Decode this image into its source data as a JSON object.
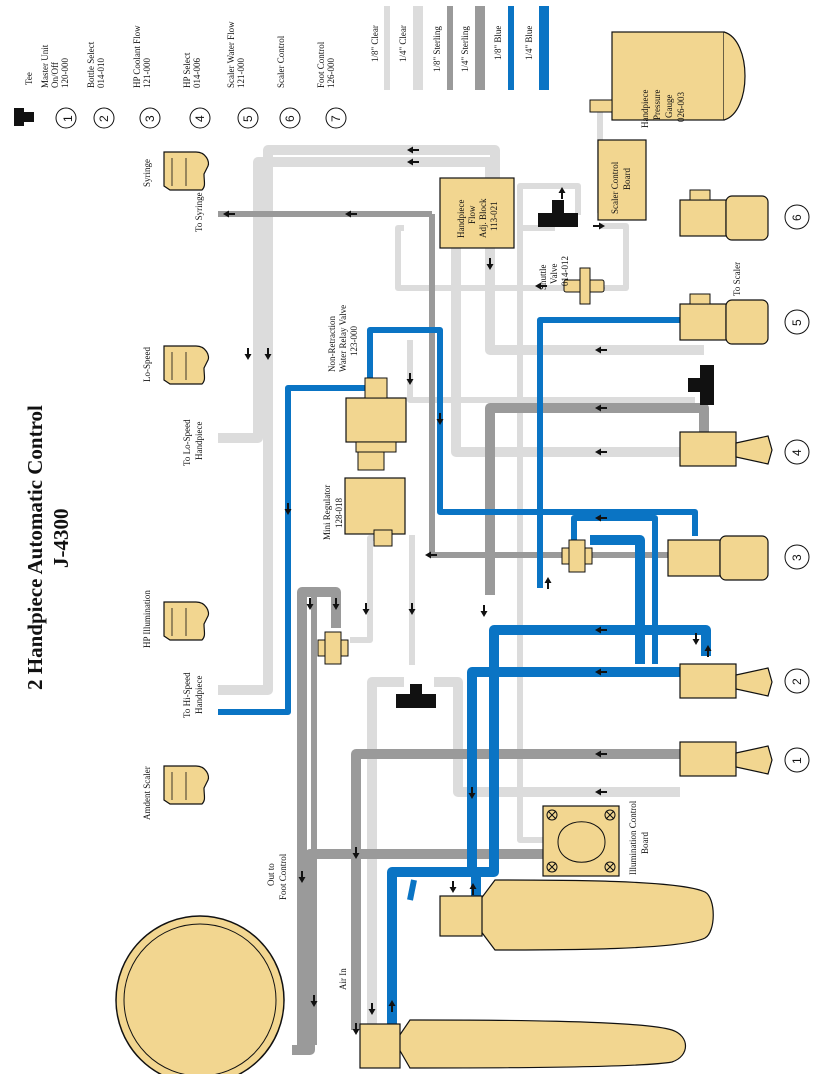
{
  "title": {
    "line1": "2 Handpiece Automatic Control",
    "line2": "J-4300"
  },
  "colors": {
    "clear": "#dcdcdc",
    "sterling": "#9a9a9a",
    "blue": "#0a74c4",
    "brass": "#f2d690",
    "dark": "#111111"
  },
  "legend": {
    "tee": "Tee",
    "items": [
      {
        "num": "1",
        "lines": [
          "Master Unit",
          "On/Off",
          "120-000"
        ]
      },
      {
        "num": "2",
        "lines": [
          "Bottle Select",
          "014-010"
        ]
      },
      {
        "num": "3",
        "lines": [
          "HP Coolant Flow",
          "121-000"
        ]
      },
      {
        "num": "4",
        "lines": [
          "HP Select",
          "014-006"
        ]
      },
      {
        "num": "5",
        "lines": [
          "Scaler Water Flow",
          "121-000"
        ]
      },
      {
        "num": "6",
        "lines": [
          "Scaler Control"
        ]
      },
      {
        "num": "7",
        "lines": [
          "Foot Control",
          "126-000"
        ]
      }
    ],
    "tubing": [
      {
        "label": "1/8\" Clear",
        "color": "clear",
        "size": "small"
      },
      {
        "label": "1/4\" Clear",
        "color": "clear",
        "size": "large"
      },
      {
        "label": "1/8\" Sterling",
        "color": "sterling",
        "size": "small"
      },
      {
        "label": "1/4\" Sterling",
        "color": "sterling",
        "size": "large"
      },
      {
        "label": "1/8\" Blue",
        "color": "blue",
        "size": "small"
      },
      {
        "label": "1/4\" Blue",
        "color": "blue",
        "size": "large"
      }
    ]
  },
  "components": {
    "gauge": [
      "Handpiece",
      "Pressure",
      "Gauge",
      "026-003"
    ],
    "scaler_board": [
      "Scaler Control",
      "Board"
    ],
    "flow_block": [
      "Handpiece",
      "Flow",
      "Adj. Block",
      "113-021"
    ],
    "shuttle": [
      "Shuttle",
      "Valve",
      "014-012"
    ],
    "relay": [
      "Non-Retraction",
      "Water Relay Valve",
      "123-000"
    ],
    "regulator": [
      "Mini Regulator",
      "128-018"
    ],
    "illum_board": [
      "Illumination Control",
      "Board"
    ]
  },
  "labels": {
    "syringe": "Syringe",
    "lo_speed": "Lo-Speed",
    "hp_illum": "HP Illumination",
    "amdent": "Amdent Scaler",
    "to_syringe": "To Syringe",
    "to_lo": [
      "To Lo-Speed",
      "Handpiece"
    ],
    "to_hi": [
      "To Hi-Speed",
      "Handpiece"
    ],
    "out_foot": [
      "Out to",
      "Foot Control"
    ],
    "air_in": "Air In",
    "to_scaler": "To Scaler"
  },
  "valve_badges": [
    "1",
    "2",
    "3",
    "4",
    "5",
    "6"
  ]
}
